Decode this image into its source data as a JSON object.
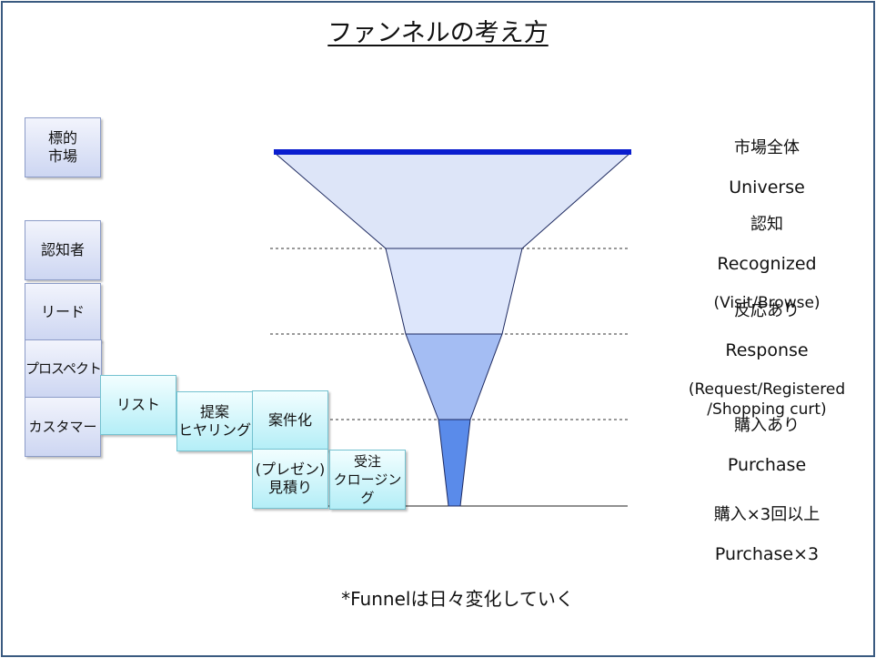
{
  "title": "ファンネルの考え方",
  "stages": [
    {
      "label": "標的\n市場"
    },
    {
      "label": "認知者"
    },
    {
      "label": "リード"
    },
    {
      "label": "プロスペクト"
    },
    {
      "label": "カスタマー"
    }
  ],
  "actions": [
    {
      "label": "リスト"
    },
    {
      "label": "提案\nヒヤリング"
    },
    {
      "label": "案件化"
    },
    {
      "label": "(プレゼン)\n見積り"
    },
    {
      "label": "受注\nクロージング"
    }
  ],
  "levels": [
    {
      "jp": "市場全体",
      "en": "Universe",
      "sub": ""
    },
    {
      "jp": "認知",
      "en": "Recognized",
      "sub": "(Visit/Browse)"
    },
    {
      "jp": "反応あり",
      "en": "Response",
      "sub": "(Request/Registered\n/Shopping curt)"
    },
    {
      "jp": "購入あり",
      "en": "Purchase",
      "sub": ""
    },
    {
      "jp": "購入×3回以上",
      "en": "Purchase×3",
      "sub": ""
    }
  ],
  "note": "*Funnelは日々変化していく",
  "colors": {
    "frame": "#3a5a80",
    "top_bar": "#0a1ecf",
    "segments": [
      "#dde5f8",
      "#dde6fb",
      "#a4bdf3",
      "#5a8bea"
    ],
    "segment_stroke": "#1e2a60"
  }
}
